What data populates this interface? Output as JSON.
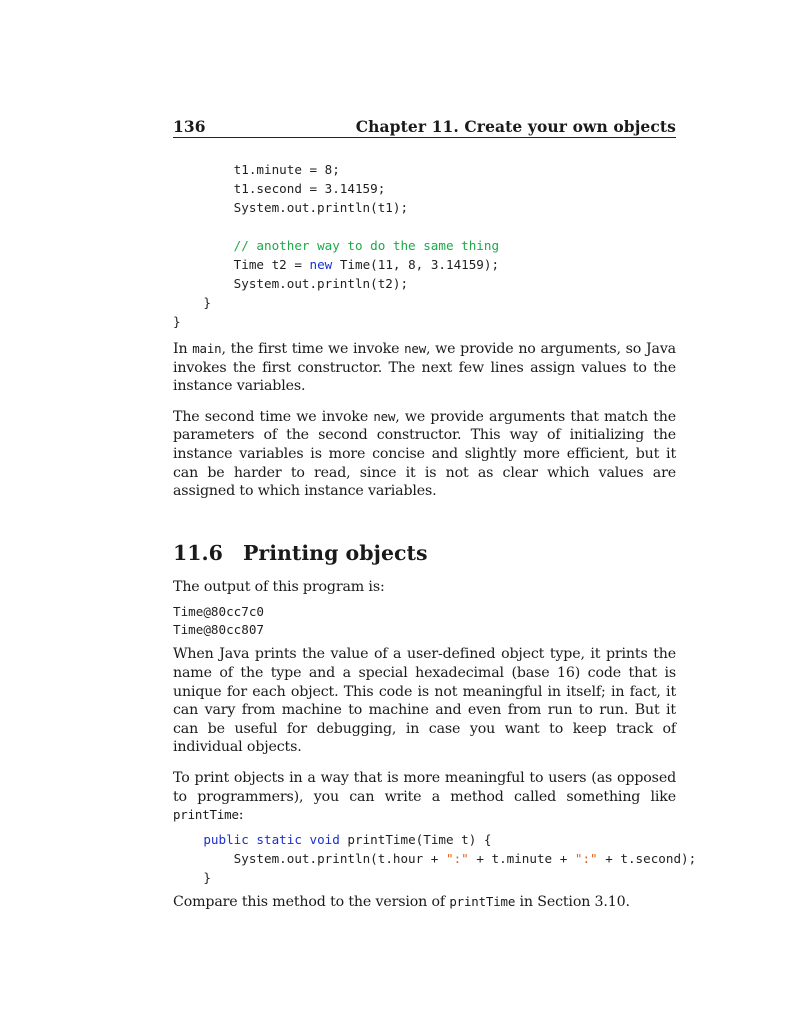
{
  "header": {
    "page_number": "136",
    "chapter_title": "Chapter 11.  Create your own objects"
  },
  "code_block_1": {
    "line1": "        t1.minute = 8;",
    "line2": "        t1.second = 3.14159;",
    "line3": "        System.out.println(t1);",
    "line4": "",
    "line5_comment": "// another way to do the same thing",
    "line6_a": "Time t2 = ",
    "line6_kw": "new",
    "line6_b": " Time(11, 8, 3.14159);",
    "line7": "        System.out.println(t2);",
    "line8": "    }",
    "line9": "}"
  },
  "para1": {
    "t1": "In ",
    "c1": "main",
    "t2": ", the first time we invoke ",
    "c2": "new",
    "t3": ", we provide no arguments, so Java invokes the first constructor. The next few lines assign values to the instance variables."
  },
  "para2": {
    "t1": "The second time we invoke ",
    "c1": "new",
    "t2": ", we provide arguments that match the parameters of the second constructor. This way of initializing the instance variables is more concise and slightly more efficient, but it can be harder to read, since it is not as clear which values are assigned to which instance variables."
  },
  "section": {
    "number": "11.6",
    "title": "Printing objects"
  },
  "para3": "The output of this program is:",
  "output": {
    "line1": "Time@80cc7c0",
    "line2": "Time@80cc807"
  },
  "para4": "When Java prints the value of a user-defined object type, it prints the name of the type and a special hexadecimal (base 16) code that is unique for each object. This code is not meaningful in itself; in fact, it can vary from machine to machine and even from run to run. But it can be useful for debugging, in case you want to keep track of individual objects.",
  "para5": {
    "t1": "To print objects in a way that is more meaningful to users (as opposed to programmers), you can write a method called something like ",
    "c1": "printTime",
    "t2": ":"
  },
  "code_block_2": {
    "l1_kw": "public static void",
    "l1_rest": " printTime(Time t) {",
    "l2_a": "System.out.println(t.hour + ",
    "l2_s1": "\":\"",
    "l2_b": " + t.minute + ",
    "l2_s2": "\":\"",
    "l2_c": " + t.second);",
    "l3": "    }"
  },
  "para6": {
    "t1": "Compare this method to the version of ",
    "c1": "printTime",
    "t2": " in Section 3.10."
  }
}
